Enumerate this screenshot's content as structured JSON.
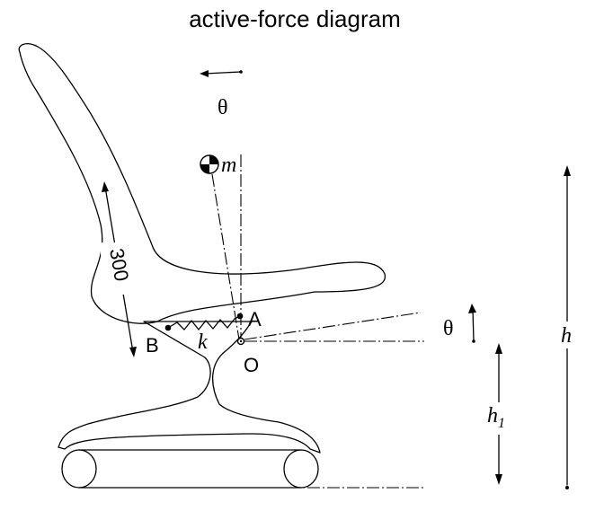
{
  "title": "active-force diagram",
  "labels": {
    "theta_top": "θ",
    "mass": "m",
    "dim_300": "300",
    "point_a": "A",
    "point_b": "B",
    "spring_k": "k",
    "point_o": "O",
    "theta_right": "θ",
    "height_h": "h",
    "height_h1_base": "h",
    "height_h1_sub": "1"
  },
  "colors": {
    "ink": "#000000",
    "background": "#ffffff"
  },
  "icons": {
    "mass_symbol": "center-of-mass-icon",
    "pivot": "pivot-point-icon"
  }
}
